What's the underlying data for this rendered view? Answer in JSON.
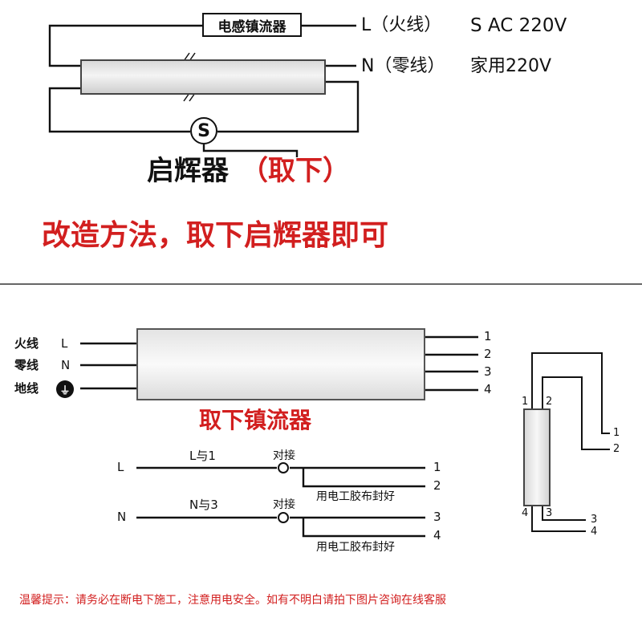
{
  "top_diagram": {
    "ballast_label": "电感镇流器",
    "l_label": "L（火线）",
    "n_label": "N（零线）",
    "spec_line1": "S AC 220V",
    "spec_line2": "家用220V",
    "starter_symbol": "S",
    "starter_label": "启辉器",
    "starter_remove": "（取下）",
    "method_text": "改造方法，取下启辉器即可"
  },
  "bottom_diagram": {
    "inputs": [
      {
        "name": "火线",
        "code": "L"
      },
      {
        "name": "零线",
        "code": "N"
      },
      {
        "name": "地线",
        "code": "ground-icon"
      }
    ],
    "outputs": [
      "1",
      "2",
      "3",
      "4"
    ],
    "remove_ballast_text": "取下镇流器",
    "row1": {
      "input": "L",
      "pair": "L与1",
      "joint": "对接",
      "out_a": "1",
      "out_b": "2",
      "tape": "用电工胶布封好"
    },
    "row2": {
      "input": "N",
      "pair": "N与3",
      "joint": "对接",
      "out_a": "3",
      "out_b": "4",
      "tape": "用电工胶布封好"
    },
    "tube_pins": {
      "top_left": "1",
      "top_right": "2",
      "bottom_left": "4",
      "bottom_right": "3"
    },
    "tube_leads": [
      "1",
      "2",
      "3",
      "4"
    ]
  },
  "footer": {
    "notice": "温馨提示：请务必在断电下施工，注意用电安全。如有不明白请拍下图片咨询在线客服"
  },
  "colors": {
    "accent_red": "#d21f1f",
    "line": "#111111"
  }
}
